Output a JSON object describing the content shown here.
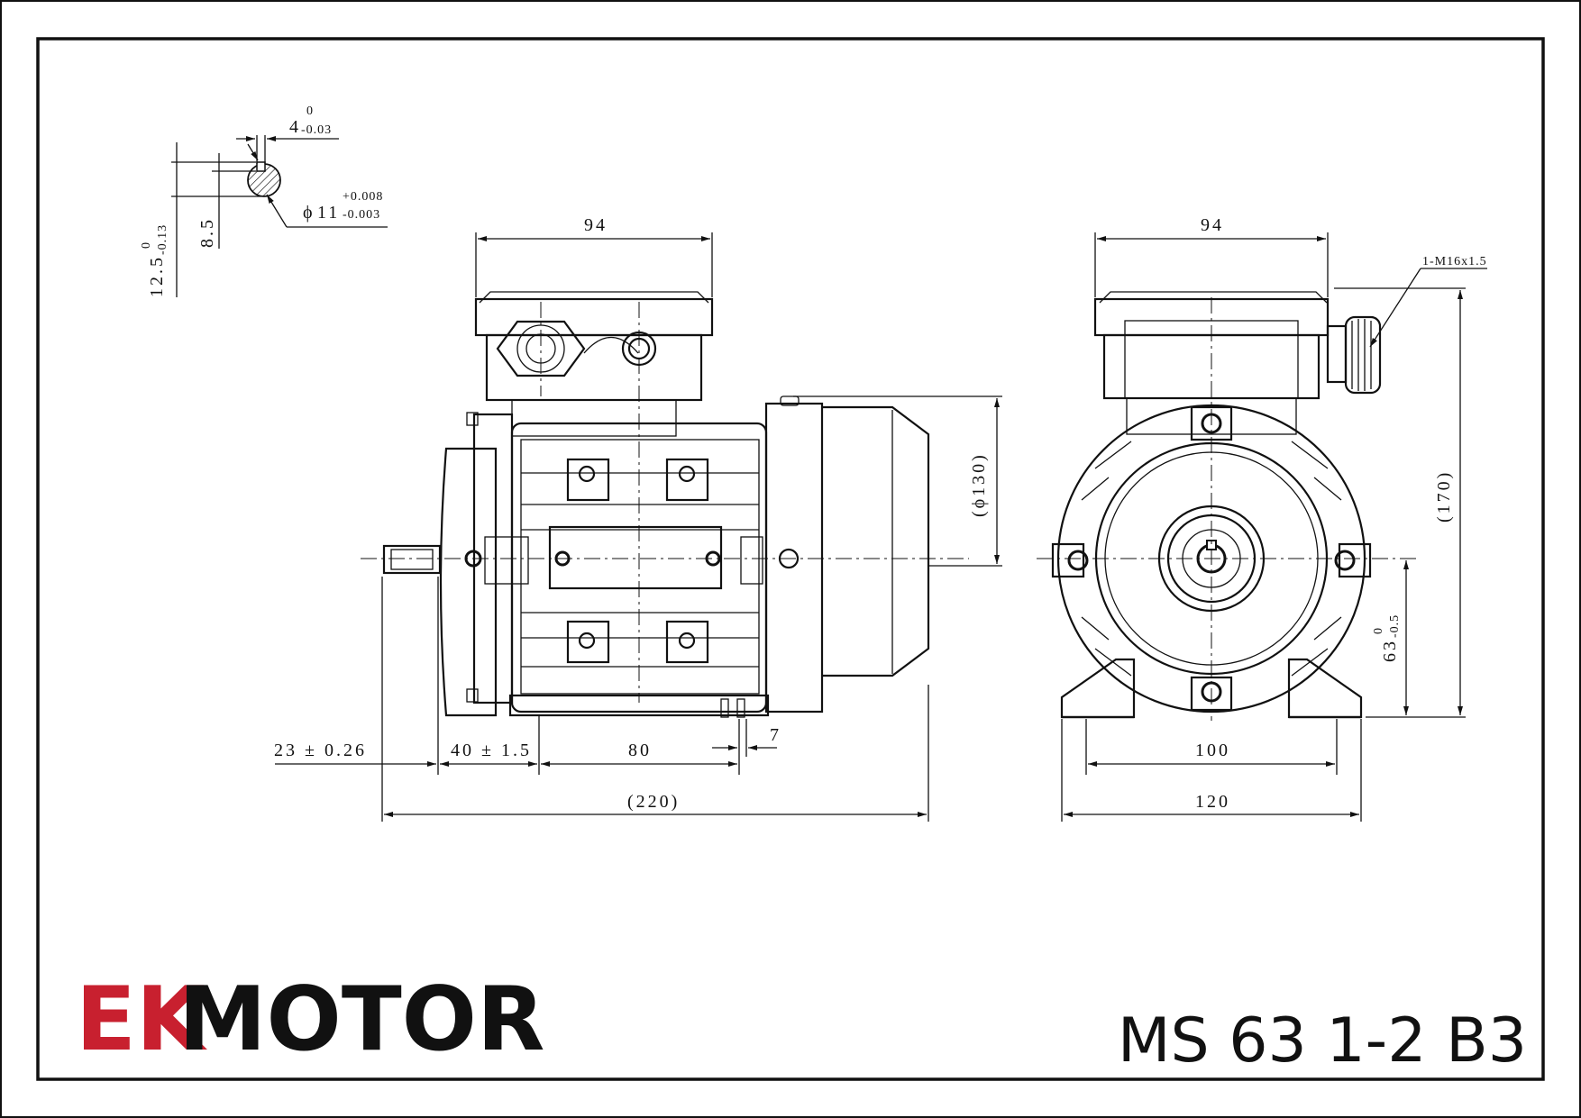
{
  "brand": {
    "mark": "EK",
    "word": "MOTOR",
    "mark_color": "#c8202f",
    "text_color": "#111111"
  },
  "model": "MS 63 1-2 B3",
  "drawing": {
    "shaft_detail": {
      "key_width": "4",
      "key_width_upper": "0",
      "key_width_lower": "-0.03",
      "shaft_dia_symbol": "ϕ",
      "shaft_dia": "11",
      "shaft_dia_upper": "+0.008",
      "shaft_dia_lower": "-0.003",
      "key_depth": "8.5",
      "shaft_height": "12.5",
      "shaft_height_upper": "0",
      "shaft_height_lower": "-0.13"
    },
    "side_view": {
      "terminal_box_width": "94",
      "frame_dia": "(ϕ130)",
      "shaft_length": "23 ± 0.26",
      "shaft_to_foot": "40 ± 1.5",
      "foot_length": "80",
      "foot_hole": "7",
      "overall_length": "(220)"
    },
    "end_view": {
      "terminal_box_width": "94",
      "cable_gland": "1-M16x1.5",
      "overall_height": "(170)",
      "shaft_height": "63",
      "shaft_height_upper": "0",
      "shaft_height_lower": "-0.5",
      "foot_hole_spacing": "100",
      "foot_width": "120"
    }
  }
}
